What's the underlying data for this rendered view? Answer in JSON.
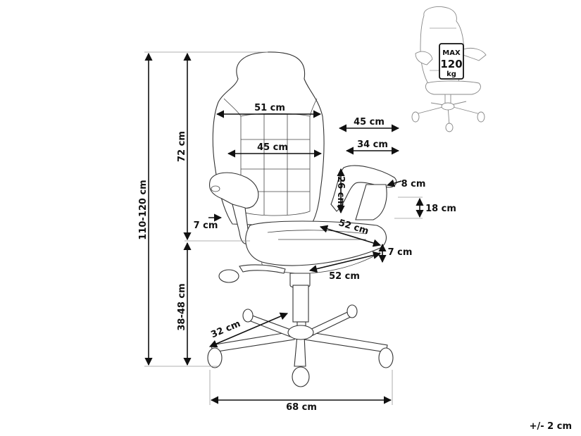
{
  "dimensions": {
    "total_height": "110-120 cm",
    "backrest_height": "72 cm",
    "seat_height": "38-48 cm",
    "backrest_width_top": "51 cm",
    "backrest_width_mid": "45 cm",
    "armrest_length_outer": "45 cm",
    "armrest_length_inner": "34 cm",
    "armrest_height": "26 cm",
    "armrest_width": "8 cm",
    "armrest_to_seat": "18 cm",
    "seat_depth": "52 cm",
    "seat_thickness": "7 cm",
    "seat_width": "52 cm",
    "armrest_gap": "7 cm",
    "leg_length": "32 cm",
    "base_width": "68 cm"
  },
  "max_load": {
    "prefix": "MAX",
    "value": "120",
    "unit": "kg"
  },
  "tolerance": "+/- 2 cm"
}
